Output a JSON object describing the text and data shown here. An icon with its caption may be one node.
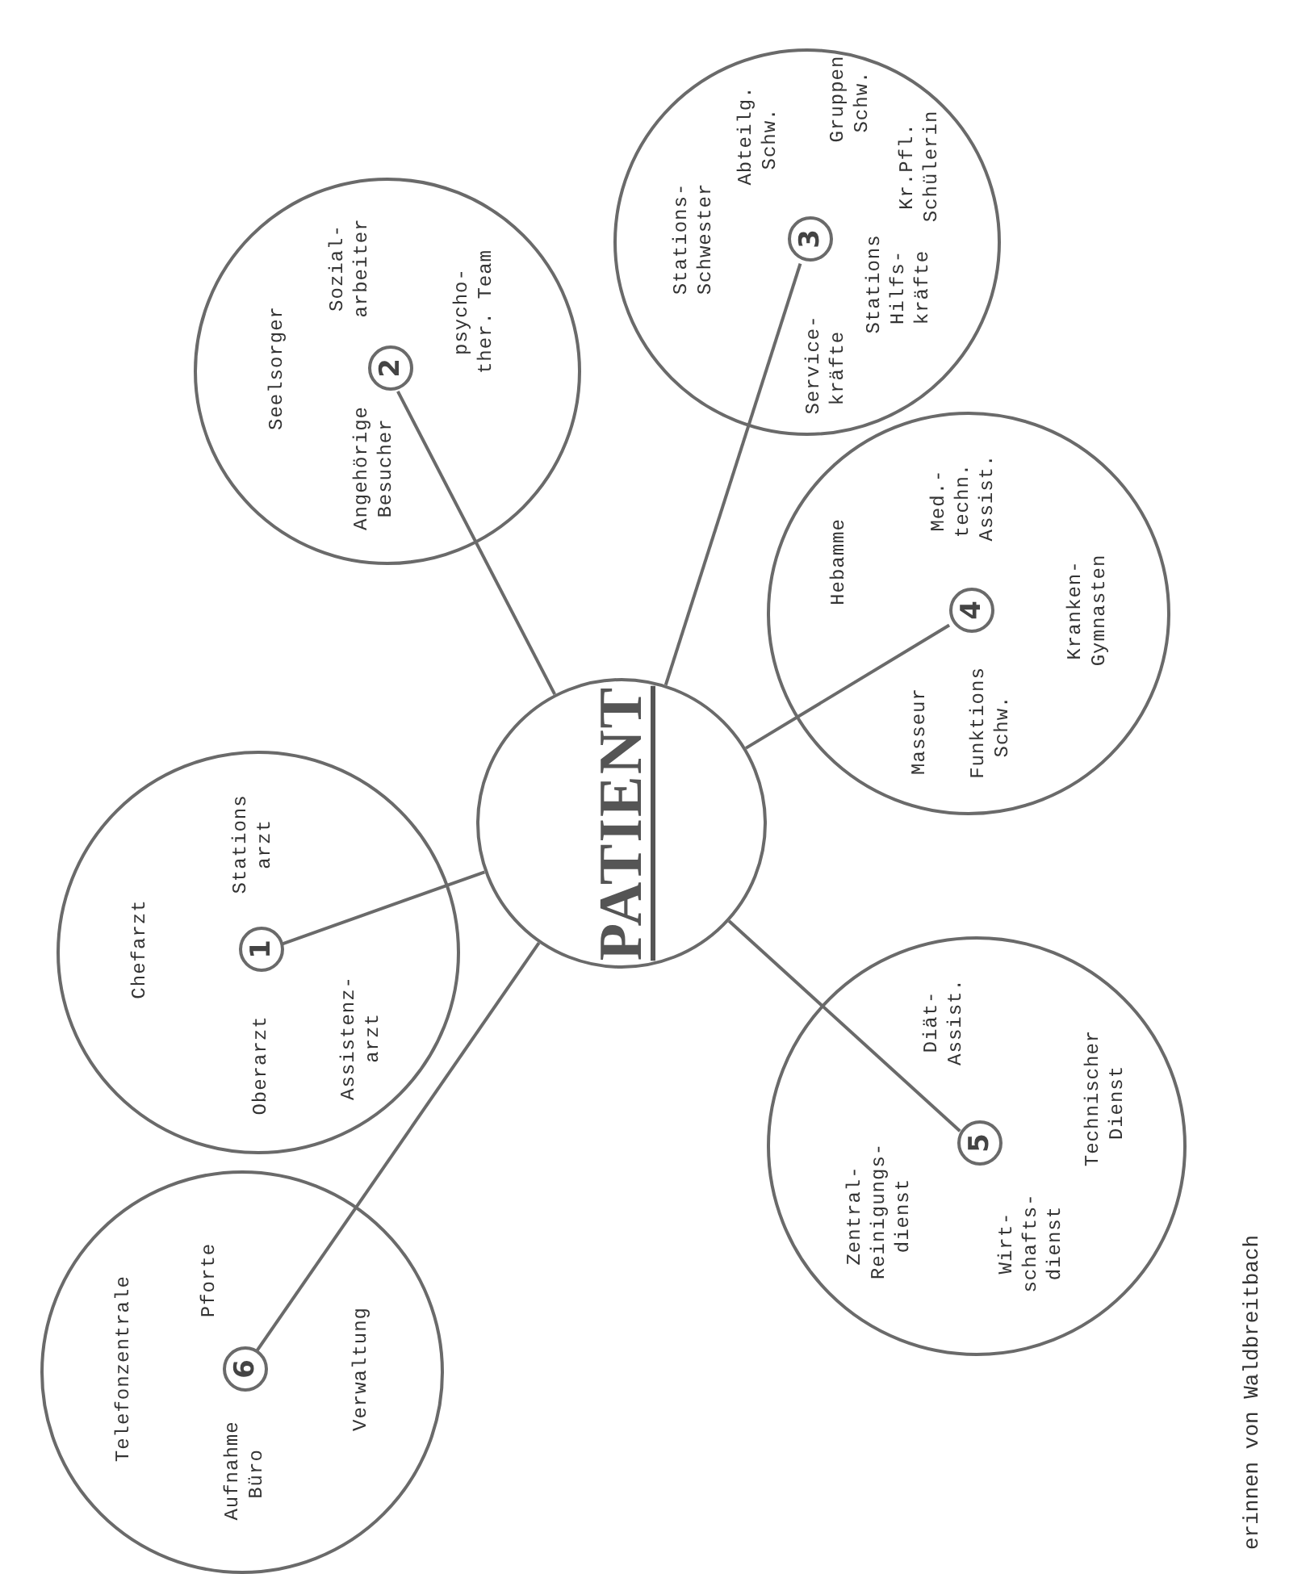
{
  "diagram": {
    "nodes": [
      {
        "text": [
          "PATIENT"
        ]
      },
      {
        "text": [
          "Chefarzt",
          "Oberarzt",
          "Stations arzt",
          "Assistenz- arzt"
        ]
      },
      {
        "text": [
          "1"
        ],
        "in": 1
      },
      {
        "text": [
          "Seelsorger",
          "Angehörige Besucher",
          "Sozial- arbeiter",
          "psycho-ther. Team"
        ]
      },
      {
        "text": [
          "2"
        ],
        "in": 3
      },
      {
        "text": [
          "Stations- Schwester",
          "Abteilg. Schw.",
          "Gruppen Schw.",
          "Service- kräfte",
          "Stations Hilfs- kräfte",
          "Kr.Pfl. Schülerin"
        ]
      },
      {
        "text": [
          "3"
        ],
        "in": 5
      },
      {
        "text": [
          "Hebamme",
          "Med.- techn. Assist.",
          "Masseur",
          "Funktions Schw.",
          "Kranken- Gymnasten"
        ]
      },
      {
        "text": [
          "4"
        ],
        "in": 7
      },
      {
        "text": [
          "Zentral- Reinigungs- dienst",
          "Diät- Assist.",
          "Wirt- schafts- dienst",
          "Technischer Dienst"
        ]
      },
      {
        "text": [
          "5"
        ],
        "in": 9
      },
      {
        "text": [
          "Telefonzentrale",
          "Aufnahme Büro",
          "Pforte",
          "Verwaltung"
        ]
      },
      {
        "text": [
          "6"
        ],
        "in": 11
      }
    ],
    "edges": [
      {
        "from": 2,
        "to": 0,
        "arrow": "none"
      },
      {
        "from": 4,
        "to": 0,
        "arrow": "none"
      },
      {
        "from": 6,
        "to": 0,
        "arrow": "none"
      },
      {
        "from": 8,
        "to": 0,
        "arrow": "none"
      },
      {
        "from": 10,
        "to": 0,
        "arrow": "none"
      },
      {
        "from": 12,
        "to": 0,
        "arrow": "none"
      }
    ],
    "labels": [
      "erinnen von Waldbreitbach"
    ]
  }
}
